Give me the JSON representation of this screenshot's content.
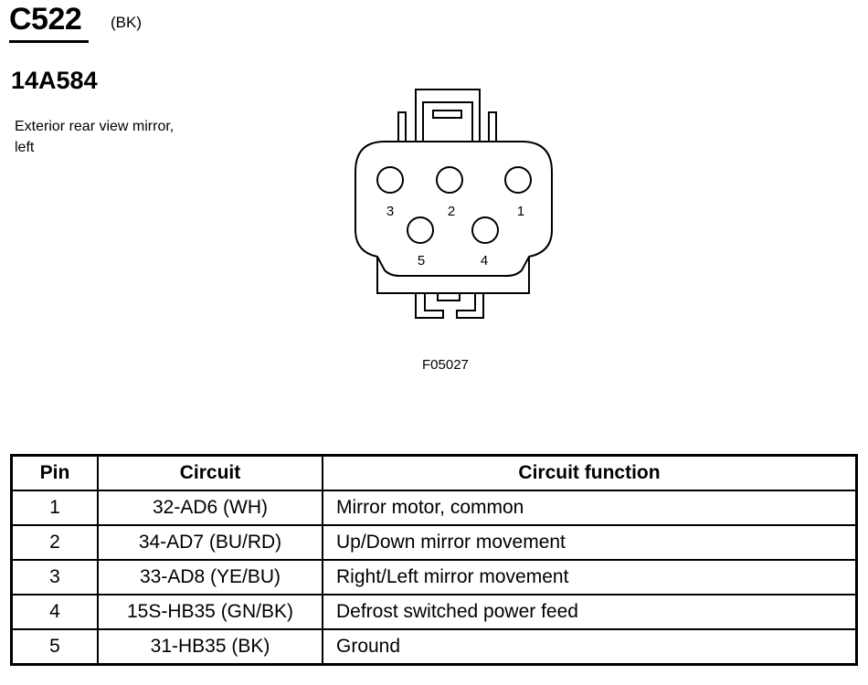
{
  "connector": {
    "id": "C522",
    "color": "(BK)",
    "part_number": "14A584",
    "description": "Exterior rear view mirror, left",
    "figure_id": "F05027"
  },
  "diagram": {
    "pins": [
      {
        "label": "3"
      },
      {
        "label": "2"
      },
      {
        "label": "1"
      },
      {
        "label": "5"
      },
      {
        "label": "4"
      }
    ]
  },
  "table": {
    "headers": [
      "Pin",
      "Circuit",
      "Circuit function"
    ],
    "rows": [
      {
        "pin": "1",
        "circuit": "32-AD6 (WH)",
        "function": "Mirror motor, common"
      },
      {
        "pin": "2",
        "circuit": "34-AD7 (BU/RD)",
        "function": "Up/Down mirror movement"
      },
      {
        "pin": "3",
        "circuit": "33-AD8 (YE/BU)",
        "function": "Right/Left mirror movement"
      },
      {
        "pin": "4",
        "circuit": "15S-HB35 (GN/BK)",
        "function": "Defrost switched power feed"
      },
      {
        "pin": "5",
        "circuit": "31-HB35 (BK)",
        "function": "Ground"
      }
    ]
  }
}
